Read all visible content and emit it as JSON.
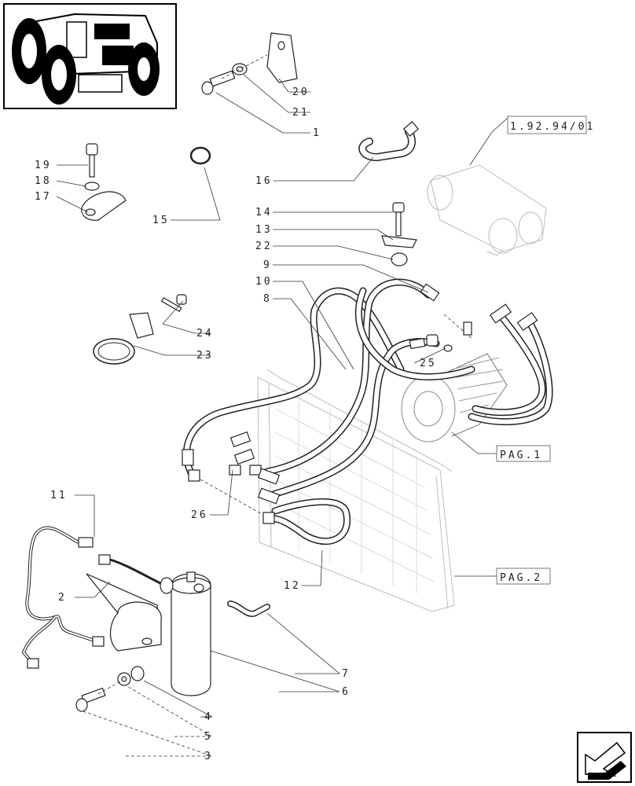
{
  "callouts": {
    "c1": "1",
    "c2": "2",
    "c3": "3",
    "c4": "4",
    "c5": "5",
    "c6": "6",
    "c7": "7",
    "c8": "8",
    "c9": "9",
    "c10": "10",
    "c11": "11",
    "c12": "12",
    "c13": "13",
    "c14": "14",
    "c15": "15",
    "c16": "16",
    "c17": "17",
    "c18": "18",
    "c19": "19",
    "c20": "20",
    "c21": "21",
    "c22": "22",
    "c23": "23",
    "c24": "24",
    "c25": "25",
    "c26": "26"
  },
  "references": {
    "ref_top": "1.92.94/01",
    "ref_pag1": "PAG.1",
    "ref_pag2": "PAG.2"
  },
  "icons": {
    "thumbnail": "tractor-thumbnail-icon",
    "nav": "next-page-arrow-icon"
  }
}
